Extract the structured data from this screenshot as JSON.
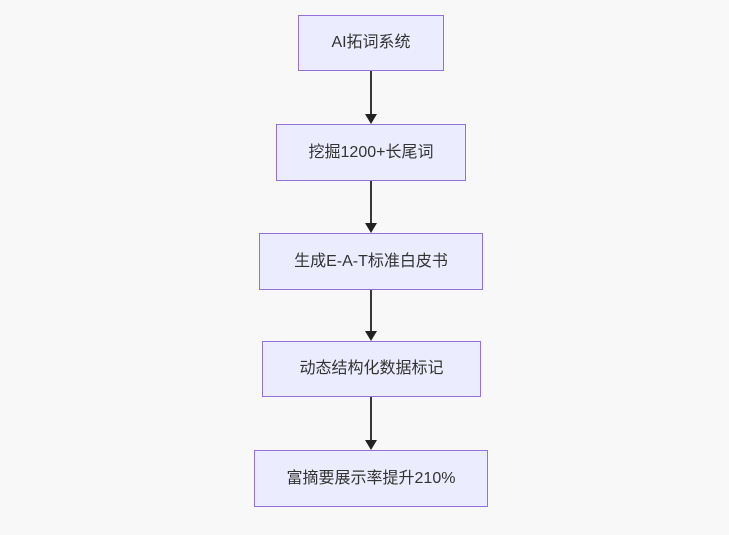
{
  "flowchart": {
    "type": "vertical-flowchart",
    "nodes": [
      {
        "id": "node-1",
        "label": "AI拓词系统"
      },
      {
        "id": "node-2",
        "label": "挖掘1200+长尾词"
      },
      {
        "id": "node-3",
        "label": "生成E-A-T标准白皮书"
      },
      {
        "id": "node-4",
        "label": "动态结构化数据标记"
      },
      {
        "id": "node-5",
        "label": "富摘要展示率提升210%"
      }
    ],
    "edges": [
      {
        "from": "node-1",
        "to": "node-2"
      },
      {
        "from": "node-2",
        "to": "node-3"
      },
      {
        "from": "node-3",
        "to": "node-4"
      },
      {
        "from": "node-4",
        "to": "node-5"
      }
    ],
    "colors": {
      "background": "#f8f8f8",
      "node_fill": "#ececff",
      "node_border": "#9370db",
      "text": "#333333",
      "arrow": "#383838",
      "arrow_head": "#222222"
    }
  }
}
